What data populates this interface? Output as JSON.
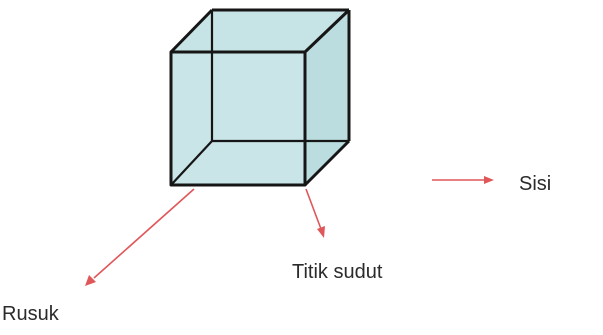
{
  "diagram": {
    "labels": {
      "face": "Sisi",
      "vertex": "Titik sudut",
      "edge": "Rusuk"
    },
    "colors": {
      "cube_fill": "#c6e3e6",
      "cube_edges": "#161616",
      "arrows": "#e0575a",
      "text": "#2b2b2b",
      "background": "#ffffff"
    }
  }
}
